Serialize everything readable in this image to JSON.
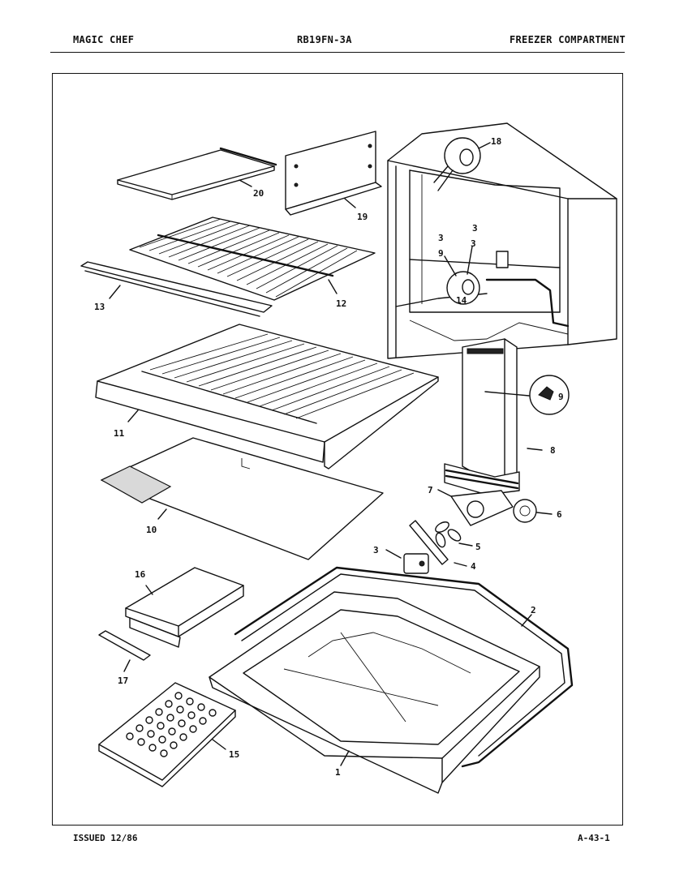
{
  "header": {
    "brand": "MAGIC CHEF",
    "model": "RB19FN-3A",
    "section": "FREEZER COMPARTMENT"
  },
  "footer": {
    "issued": "ISSUED 12/86",
    "page": "A-43-1"
  },
  "callouts": {
    "c1": "1",
    "c2": "2",
    "c3": "3",
    "c4": "4",
    "c5": "5",
    "c6": "6",
    "c7": "7",
    "c8": "8",
    "c9": "9",
    "c10": "10",
    "c11": "11",
    "c12": "12",
    "c13": "13",
    "c14": "14",
    "c15": "15",
    "c16": "16",
    "c17": "17",
    "c18": "18",
    "c19": "19",
    "c20": "20"
  },
  "cabinet_marks": {
    "m1": "3",
    "m2": "3",
    "m3": "9",
    "m4": "3"
  }
}
